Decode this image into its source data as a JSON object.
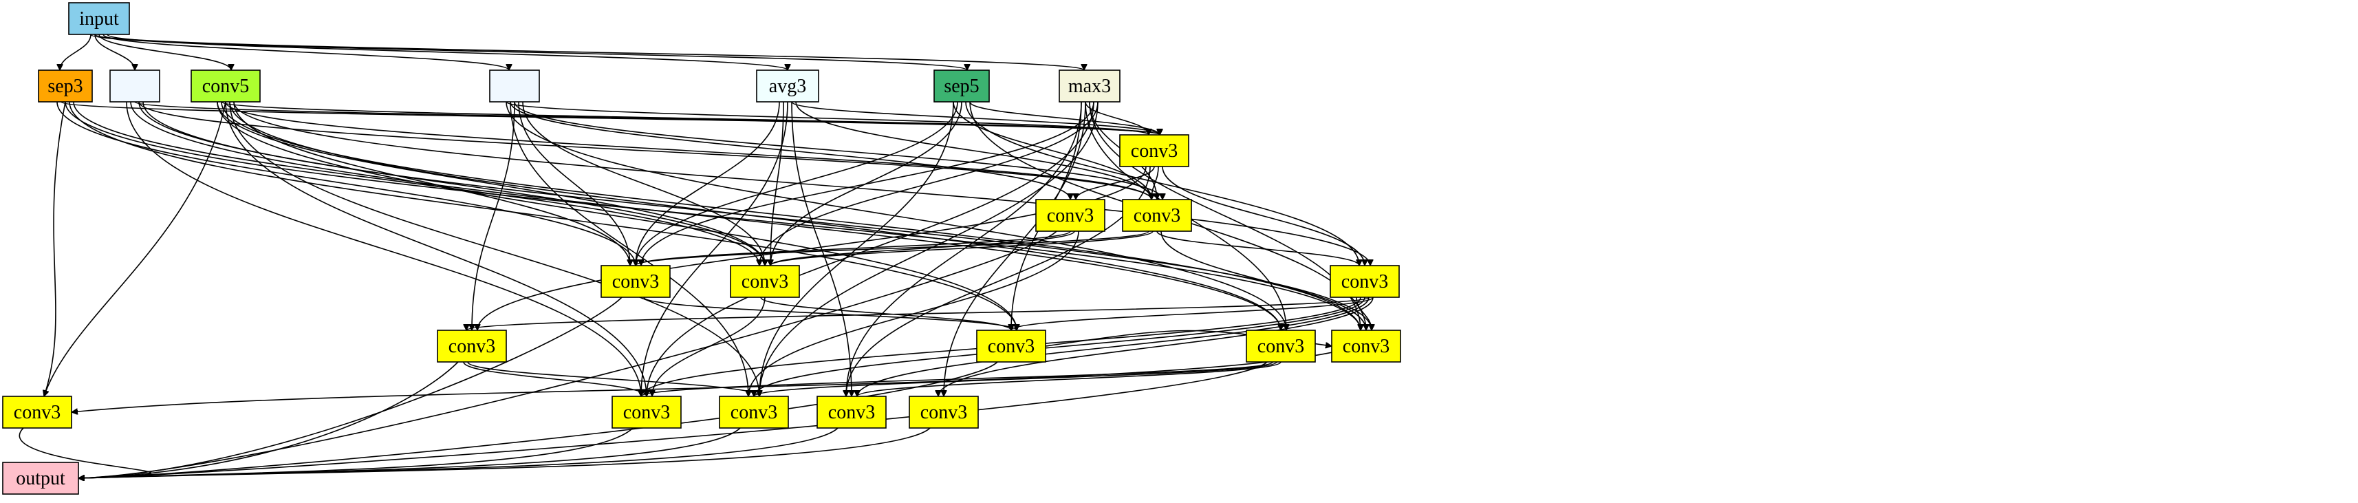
{
  "colors": {
    "input": "#87ceeb",
    "sep3": "#ffa500",
    "blank": "#f0f8ff",
    "conv5": "#adff2f",
    "avg3": "#f0ffff",
    "sep5": "#3cb371",
    "max3": "#f5f5dc",
    "conv3": "#ffff00",
    "output": "#ffc0cb"
  },
  "nodes": [
    {
      "id": "input",
      "label": "input",
      "color": "input"
    },
    {
      "id": "sep3",
      "label": "sep3",
      "color": "sep3"
    },
    {
      "id": "blank1",
      "label": "",
      "color": "blank"
    },
    {
      "id": "conv5",
      "label": "conv5",
      "color": "conv5"
    },
    {
      "id": "blank2",
      "label": "",
      "color": "blank"
    },
    {
      "id": "avg3",
      "label": "avg3",
      "color": "avg3"
    },
    {
      "id": "sep5",
      "label": "sep5",
      "color": "sep5"
    },
    {
      "id": "max3",
      "label": "max3",
      "color": "max3"
    },
    {
      "id": "c1",
      "label": "conv3",
      "color": "conv3"
    },
    {
      "id": "c2",
      "label": "conv3",
      "color": "conv3"
    },
    {
      "id": "c3",
      "label": "conv3",
      "color": "conv3"
    },
    {
      "id": "c4",
      "label": "conv3",
      "color": "conv3"
    },
    {
      "id": "c5",
      "label": "conv3",
      "color": "conv3"
    },
    {
      "id": "c6",
      "label": "conv3",
      "color": "conv3"
    },
    {
      "id": "c7",
      "label": "conv3",
      "color": "conv3"
    },
    {
      "id": "c8",
      "label": "conv3",
      "color": "conv3"
    },
    {
      "id": "c9",
      "label": "conv3",
      "color": "conv3"
    },
    {
      "id": "c10",
      "label": "conv3",
      "color": "conv3"
    },
    {
      "id": "c11",
      "label": "conv3",
      "color": "conv3"
    },
    {
      "id": "c12",
      "label": "conv3",
      "color": "conv3"
    },
    {
      "id": "c13",
      "label": "conv3",
      "color": "conv3"
    },
    {
      "id": "c14",
      "label": "conv3",
      "color": "conv3"
    },
    {
      "id": "c15",
      "label": "conv3",
      "color": "conv3"
    },
    {
      "id": "output",
      "label": "output",
      "color": "output"
    }
  ],
  "edges": [
    [
      "input",
      "sep3"
    ],
    [
      "input",
      "blank1"
    ],
    [
      "input",
      "conv5"
    ],
    [
      "input",
      "blank2"
    ],
    [
      "input",
      "avg3"
    ],
    [
      "input",
      "sep5"
    ],
    [
      "input",
      "max3"
    ],
    [
      "sep3",
      "c14"
    ],
    [
      "sep3",
      "c8"
    ],
    [
      "sep3",
      "c5"
    ],
    [
      "sep3",
      "c4"
    ],
    [
      "sep3",
      "c1"
    ],
    [
      "sep3",
      "c10"
    ],
    [
      "blank1",
      "c5"
    ],
    [
      "blank1",
      "c10"
    ],
    [
      "blank1",
      "c11"
    ],
    [
      "blank1",
      "c9"
    ],
    [
      "blank1",
      "c1"
    ],
    [
      "blank1",
      "c3"
    ],
    [
      "conv5",
      "c14"
    ],
    [
      "conv5",
      "c8"
    ],
    [
      "conv5",
      "c10"
    ],
    [
      "conv5",
      "c11"
    ],
    [
      "conv5",
      "c12"
    ],
    [
      "conv5",
      "c4"
    ],
    [
      "conv5",
      "c5"
    ],
    [
      "conv5",
      "c1"
    ],
    [
      "conv5",
      "c3"
    ],
    [
      "conv5",
      "c9"
    ],
    [
      "conv5",
      "c6"
    ],
    [
      "blank2",
      "c1"
    ],
    [
      "blank2",
      "c2"
    ],
    [
      "blank2",
      "c3"
    ],
    [
      "blank2",
      "c4"
    ],
    [
      "blank2",
      "c5"
    ],
    [
      "blank2",
      "c9"
    ],
    [
      "blank2",
      "c12"
    ],
    [
      "blank2",
      "c7"
    ],
    [
      "avg3",
      "c1"
    ],
    [
      "avg3",
      "c3"
    ],
    [
      "avg3",
      "c4"
    ],
    [
      "avg3",
      "c5"
    ],
    [
      "avg3",
      "c11"
    ],
    [
      "avg3",
      "c13"
    ],
    [
      "sep5",
      "c1"
    ],
    [
      "sep5",
      "c3"
    ],
    [
      "sep5",
      "c4"
    ],
    [
      "sep5",
      "c5"
    ],
    [
      "sep5",
      "c6"
    ],
    [
      "sep5",
      "c10"
    ],
    [
      "sep5",
      "c12"
    ],
    [
      "max3",
      "c1"
    ],
    [
      "max3",
      "c3"
    ],
    [
      "max3",
      "c4"
    ],
    [
      "max3",
      "c5"
    ],
    [
      "max3",
      "c8"
    ],
    [
      "max3",
      "c9"
    ],
    [
      "max3",
      "c10"
    ],
    [
      "max3",
      "c11"
    ],
    [
      "max3",
      "c12"
    ],
    [
      "max3",
      "c13"
    ],
    [
      "max3",
      "c15"
    ],
    [
      "c1",
      "c2"
    ],
    [
      "c1",
      "c3"
    ],
    [
      "c1",
      "c6"
    ],
    [
      "c1",
      "c7"
    ],
    [
      "c1",
      "c13"
    ],
    [
      "c2",
      "c4"
    ],
    [
      "c2",
      "c5"
    ],
    [
      "c2",
      "c12"
    ],
    [
      "c3",
      "c4"
    ],
    [
      "c3",
      "c5"
    ],
    [
      "c3",
      "c6"
    ],
    [
      "c3",
      "c10"
    ],
    [
      "c4",
      "c8"
    ],
    [
      "c4",
      "output"
    ],
    [
      "c5",
      "c8"
    ],
    [
      "c5",
      "c11"
    ],
    [
      "c6",
      "c7"
    ],
    [
      "c6",
      "c8"
    ],
    [
      "c6",
      "c10"
    ],
    [
      "c6",
      "c11"
    ],
    [
      "c6",
      "c12"
    ],
    [
      "c6",
      "c13"
    ],
    [
      "c6",
      "c15"
    ],
    [
      "c7",
      "c11"
    ],
    [
      "c7",
      "c12"
    ],
    [
      "c7",
      "output"
    ],
    [
      "c8",
      "c10"
    ],
    [
      "c8",
      "output"
    ],
    [
      "c9",
      "c11"
    ],
    [
      "c9",
      "c12"
    ],
    [
      "c9",
      "c13"
    ],
    [
      "c10",
      "c14"
    ],
    [
      "c11",
      "output"
    ],
    [
      "c12",
      "output"
    ],
    [
      "c13",
      "output"
    ],
    [
      "c14",
      "output"
    ],
    [
      "c15",
      "output"
    ],
    [
      "c9",
      "output"
    ],
    [
      "c2",
      "output"
    ]
  ]
}
